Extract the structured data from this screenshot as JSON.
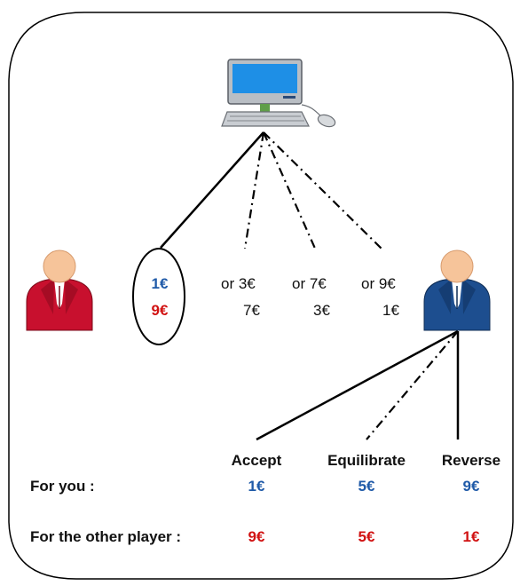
{
  "offers": [
    {
      "prefix": "",
      "you": "1€",
      "other": "9€",
      "selected": true
    },
    {
      "prefix": "or ",
      "you": "3€",
      "other": "7€",
      "selected": false
    },
    {
      "prefix": "or ",
      "you": "7€",
      "other": "3€",
      "selected": false
    },
    {
      "prefix": "or ",
      "you": "9€",
      "other": "1€",
      "selected": false
    }
  ],
  "responses": {
    "options": [
      "Accept",
      "Equilibrate",
      "Reverse"
    ],
    "for_you_label": "For you :",
    "for_other_label": "For the other player :",
    "for_you": [
      "1€",
      "5€",
      "9€"
    ],
    "for_other": [
      "9€",
      "5€",
      "1€"
    ]
  },
  "icons": {
    "computer": "computer-icon",
    "player_red": "player-red-icon",
    "player_blue": "player-blue-icon"
  },
  "colors": {
    "you_value": "#1f5aa8",
    "other_value": "#d11212",
    "player_red": "#c8102e",
    "player_blue": "#1d4e8f"
  }
}
